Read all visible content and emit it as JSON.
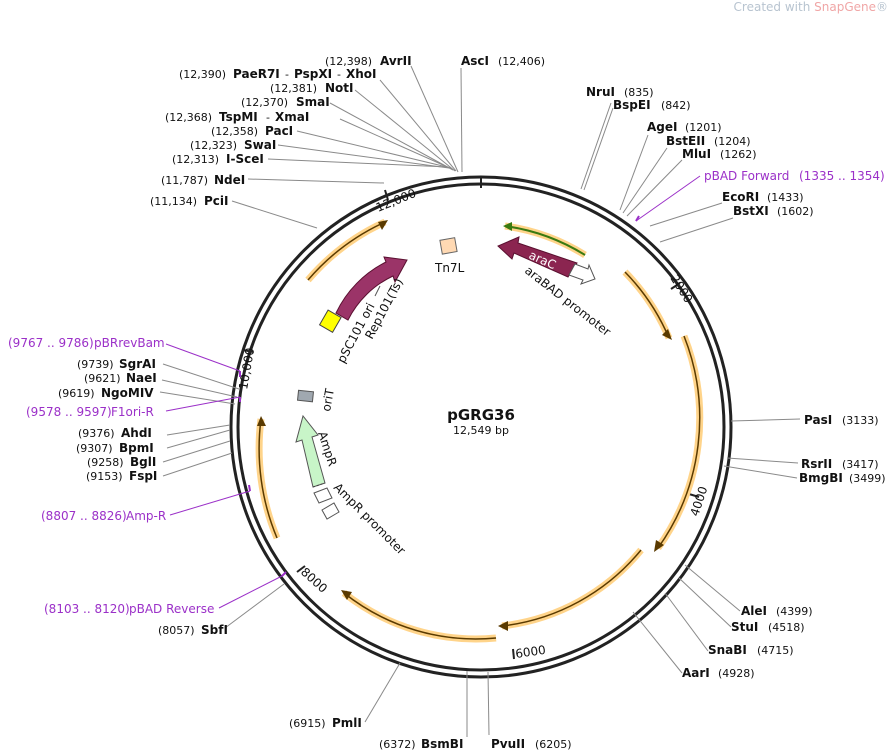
{
  "watermark": {
    "prefix": "Created with ",
    "brand": "SnapGene",
    "mark": "®"
  },
  "plasmid": {
    "name": "pGRG36",
    "length_label": "12,549 bp",
    "length": 12549
  },
  "colors": {
    "orf": "#ffc870",
    "primer": "#9b30c8",
    "arac": "#8b2550",
    "amp": "#c8f5c8",
    "rep": "#9b3468",
    "ori": "#ffff00",
    "tn7": "#ffd9b3",
    "orit": "#a0a8b0"
  },
  "position_ticks": [
    "2000",
    "4000",
    "6000",
    "8000",
    "10,000",
    "12,000"
  ],
  "sites_right": [
    {
      "id": "nrui",
      "name": "NruI",
      "pos": "(835)"
    },
    {
      "id": "bspei",
      "name": "BspEI",
      "pos": "(842)"
    },
    {
      "id": "agei",
      "name": "AgeI",
      "pos": "(1201)"
    },
    {
      "id": "bsteii",
      "name": "BstEII",
      "pos": "(1204)"
    },
    {
      "id": "mlui",
      "name": "MluI",
      "pos": "(1262)"
    },
    {
      "id": "ecori",
      "name": "EcoRI",
      "pos": "(1433)"
    },
    {
      "id": "bstxi",
      "name": "BstXI",
      "pos": "(1602)"
    },
    {
      "id": "pasi",
      "name": "PasI",
      "pos": "(3133)"
    },
    {
      "id": "rsrii",
      "name": "RsrII",
      "pos": "(3417)"
    },
    {
      "id": "bmgbi",
      "name": "BmgBI",
      "pos": "(3499)"
    },
    {
      "id": "alei",
      "name": "AleI",
      "pos": "(4399)"
    },
    {
      "id": "stui",
      "name": "StuI",
      "pos": "(4518)"
    },
    {
      "id": "snabi",
      "name": "SnaBI",
      "pos": "(4715)"
    },
    {
      "id": "aari",
      "name": "AarI",
      "pos": "(4928)"
    },
    {
      "id": "pvuii",
      "name": "PvuII",
      "pos": "(6205)"
    },
    {
      "id": "asci",
      "name": "AscI",
      "pos": "(12,406)"
    }
  ],
  "sites_left": [
    {
      "id": "avrii",
      "name": "AvrII",
      "pos": "(12,398)"
    },
    {
      "id": "noti",
      "name": "NotI",
      "pos": "(12,381)"
    },
    {
      "id": "smai",
      "name": "SmaI",
      "pos": "(12,370)"
    },
    {
      "id": "paci",
      "name": "PacI",
      "pos": "(12,358)"
    },
    {
      "id": "swai",
      "name": "SwaI",
      "pos": "(12,323)"
    },
    {
      "id": "i-scei",
      "name": "I-SceI",
      "pos": "(12,313)"
    },
    {
      "id": "ndei",
      "name": "NdeI",
      "pos": "(11,787)"
    },
    {
      "id": "pcii",
      "name": "PciI",
      "pos": "(11,134)"
    },
    {
      "id": "sgrai",
      "name": "SgrAI",
      "pos": "(9739)"
    },
    {
      "id": "naei",
      "name": "NaeI",
      "pos": "(9621)"
    },
    {
      "id": "ngomiv",
      "name": "NgoMIV",
      "pos": "(9619)"
    },
    {
      "id": "ahdi",
      "name": "AhdI",
      "pos": "(9376)"
    },
    {
      "id": "bpmi",
      "name": "BpmI",
      "pos": "(9307)"
    },
    {
      "id": "bgli",
      "name": "BglI",
      "pos": "(9258)"
    },
    {
      "id": "fspi",
      "name": "FspI",
      "pos": "(9153)"
    },
    {
      "id": "sbfi",
      "name": "SbfI",
      "pos": "(8057)"
    },
    {
      "id": "pmli",
      "name": "PmlI",
      "pos": "(6915)"
    },
    {
      "id": "bsmbi",
      "name": "BsmBI",
      "pos": "(6372)"
    }
  ],
  "site_paecr": {
    "pos": "(12,390)",
    "names": [
      "PaeR7I",
      "PspXI",
      "XhoI"
    ],
    "sep": "-"
  },
  "site_tspmi": {
    "pos": "(12,368)",
    "names": [
      "TspMI",
      "XmaI"
    ],
    "sep": "-"
  },
  "primers": [
    {
      "id": "pbad-forward",
      "text": "pBAD Forward",
      "range": "(1335 .. 1354)"
    },
    {
      "id": "pbrrevbam",
      "text": "pBRrevBam",
      "range": "(9767 .. 9786)"
    },
    {
      "id": "f1ori-r",
      "text": "F1ori-R",
      "range": "(9578 .. 9597)"
    },
    {
      "id": "amp-r",
      "text": "Amp-R",
      "range": "(8807 .. 8826)"
    },
    {
      "id": "pbad-reverse",
      "text": "pBAD Reverse",
      "range": "(8103 .. 8120)"
    }
  ],
  "features": {
    "arac": "araC",
    "arabad": "araBAD promoter",
    "tn7l": "Tn7L",
    "psc101": "pSC101 ori",
    "rep101": "Rep101(Ts)",
    "orit": "oriT",
    "ampr": "AmpR",
    "ampr_promoter": "AmpR promoter"
  }
}
